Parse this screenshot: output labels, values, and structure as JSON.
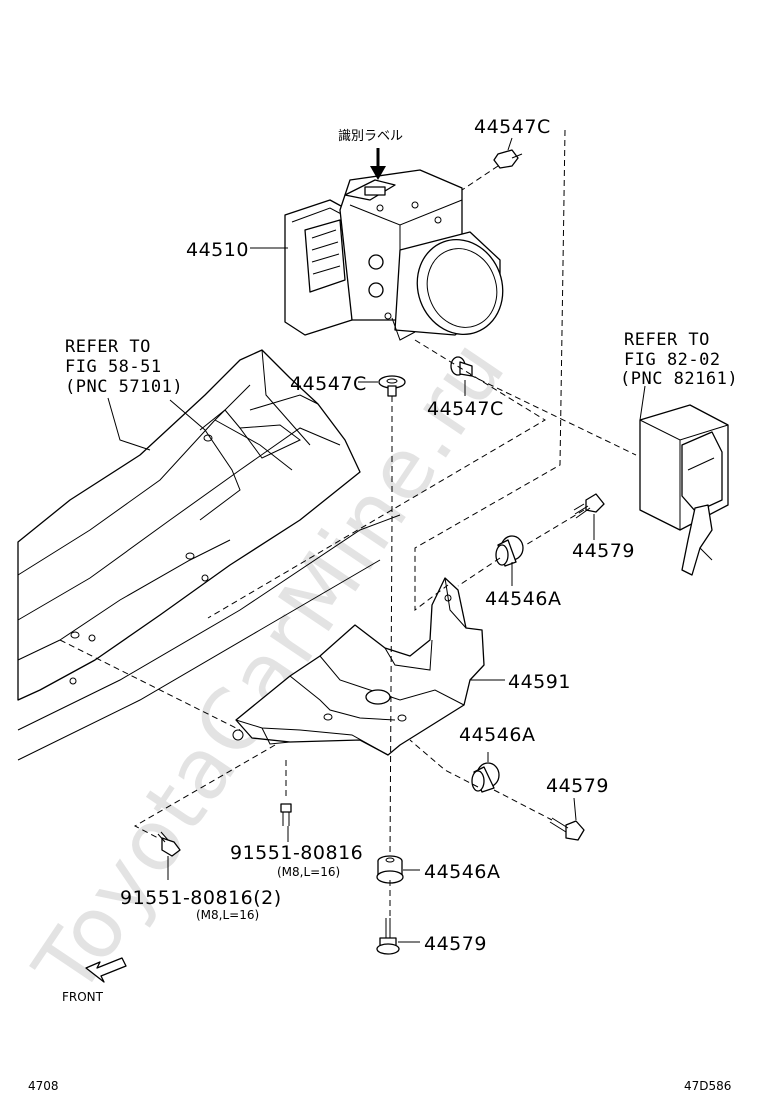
{
  "labels": {
    "id_label_jp": "識別ラベル",
    "p44547c_top": "44547C",
    "p44510": "44510",
    "p44547c_left": "44547C",
    "p44547c_mid": "44547C",
    "p44579_a": "44579",
    "p44546a_a": "44546A",
    "p44591": "44591",
    "p44546a_b": "44546A",
    "p44579_b": "44579",
    "p91551_a": "91551-80816",
    "p91551_a_spec": "(M8,L=16)",
    "p91551_b": "91551-80816(2)",
    "p91551_b_spec": "(M8,L=16)",
    "p44546a_c": "44546A",
    "p44579_c": "44579"
  },
  "refs": {
    "left": [
      "REFER TO",
      "FIG 58-51",
      "(PNC 57101)"
    ],
    "right": [
      "REFER TO",
      "FIG 82-02",
      "(PNC 82161)"
    ]
  },
  "front_label": "FRONT",
  "page_number": "4708",
  "figure_code": "47D586",
  "watermark": "ToyotaCarMine.ru"
}
